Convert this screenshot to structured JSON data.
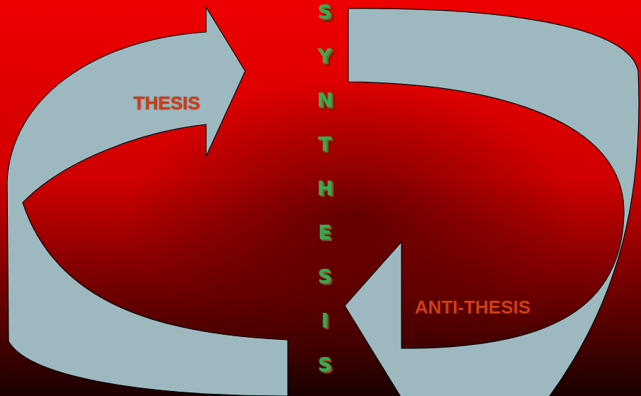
{
  "diagram": {
    "labels": [
      "THESIS",
      "SYNTHESIS",
      "ANTI-THESIS"
    ]
  }
}
